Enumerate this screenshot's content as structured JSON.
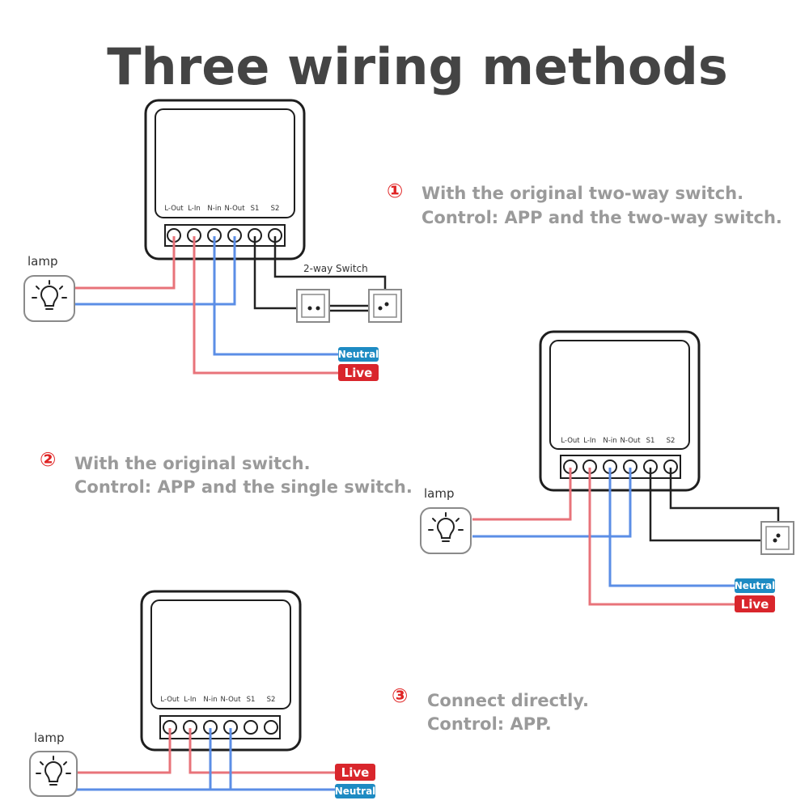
{
  "title": "Three wiring methods",
  "terminal_labels": [
    "L-Out",
    "L-In",
    "N-in",
    "N-Out",
    "S1",
    "S2"
  ],
  "lamp_label": "lamp",
  "badges": {
    "neutral": "Neutral",
    "live": "Live"
  },
  "colors": {
    "live": "#e8737a",
    "neutral": "#5b8ee6",
    "live_badge": "#d9262c",
    "neutral_badge": "#1e8bc3",
    "switch_wire": "#222222"
  },
  "methods": [
    {
      "number": "①",
      "line1": "With the original two-way switch.",
      "line2": "Control: APP and the two-way switch.",
      "switch_label": "2-way Switch"
    },
    {
      "number": "②",
      "line1": "With the original switch.",
      "line2": "Control: APP and the single switch."
    },
    {
      "number": "③",
      "line1": "Connect directly.",
      "line2": "Control: APP."
    }
  ],
  "icons": [
    "lightbulb-icon",
    "wall-switch-icon"
  ]
}
